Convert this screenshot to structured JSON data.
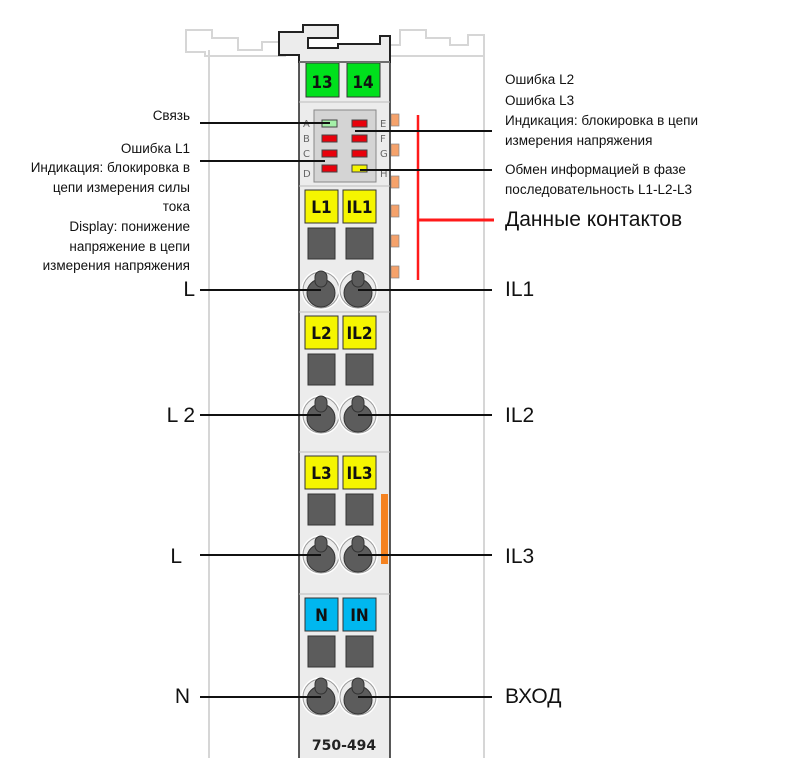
{
  "device": {
    "model": "750-494",
    "top_labels": [
      "13",
      "14"
    ],
    "led_letters_left": [
      "A",
      "B",
      "C",
      "D"
    ],
    "led_letters_right": [
      "E",
      "F",
      "G",
      "H"
    ],
    "rows": [
      {
        "left_label": "L1",
        "right_label": "IL1",
        "color": "#f5f500"
      },
      {
        "left_label": "L2",
        "right_label": "IL2",
        "color": "#f5f500"
      },
      {
        "left_label": "L3",
        "right_label": "IL3",
        "color": "#f5f500"
      },
      {
        "left_label": "N",
        "right_label": "IN",
        "color": "#00b7ef"
      }
    ],
    "colors": {
      "green": "#00e01c",
      "led_red": "#e8000b",
      "led_green": "#a4f0a8",
      "led_yellow": "#f5f500",
      "orange": "#f5a26b",
      "red_bracket": "#ff1a1a"
    }
  },
  "left_annotations": {
    "link": "Связь",
    "error_l1": "Ошибка L1",
    "indication_lines": [
      "Индикация: блокировка в",
      "цепи измерения силы",
      "тока"
    ],
    "display_lines": [
      "Display: понижение",
      "напряжение в цепи",
      "измерения напряжения"
    ]
  },
  "right_annotations": {
    "error_l2": "Ошибка L2",
    "error_l3": "Ошибка L3",
    "indication_lines": [
      "Индикация: блокировка в цепи",
      "измерения напряжения"
    ],
    "exchange_lines": [
      "Обмен информацией в фазе",
      "последовательность L1-L2-L3"
    ],
    "contact_data": "Данные контактов"
  },
  "terminals_left": [
    "L",
    "L 2",
    "L",
    "N"
  ],
  "terminals_right": [
    "IL1",
    "IL2",
    "IL3",
    "ВХОД"
  ]
}
